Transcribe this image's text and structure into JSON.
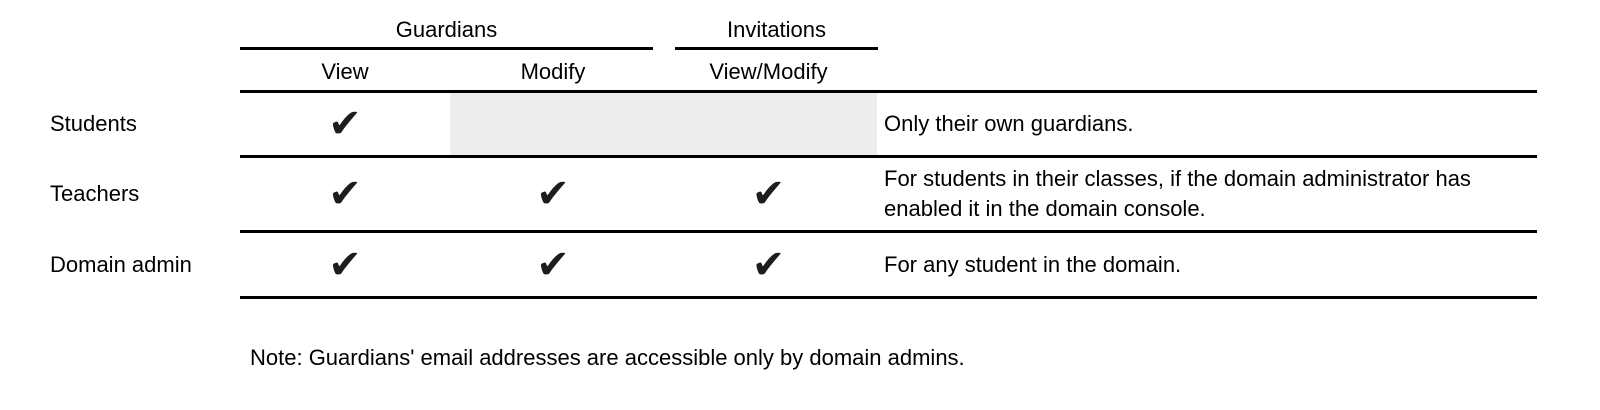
{
  "header": {
    "groups": [
      {
        "label": "Guardians"
      },
      {
        "label": "Invitations"
      }
    ],
    "columns": [
      "View",
      "Modify",
      "View/Modify"
    ]
  },
  "rows": [
    {
      "role": "Students",
      "checks": {
        "guardians_view": true,
        "guardians_modify": false,
        "invitations_view_modify": false
      },
      "no_access_shaded": true,
      "note": "Only their own guardians."
    },
    {
      "role": "Teachers",
      "checks": {
        "guardians_view": true,
        "guardians_modify": true,
        "invitations_view_modify": true
      },
      "no_access_shaded": false,
      "note": "For students in their classes, if the domain administrator has enabled it in the domain console."
    },
    {
      "role": "Domain admin",
      "checks": {
        "guardians_view": true,
        "guardians_modify": true,
        "invitations_view_modify": true
      },
      "no_access_shaded": false,
      "note": "For any student in the domain."
    }
  ],
  "check_glyph": "✔",
  "footnote": "Note: Guardians' email addresses are accessible only by domain admins.",
  "colors": {
    "background": "#ffffff",
    "text": "#000000",
    "rule": "#000000",
    "shaded_cell": "#ededed",
    "check": "#1d1d1d"
  }
}
